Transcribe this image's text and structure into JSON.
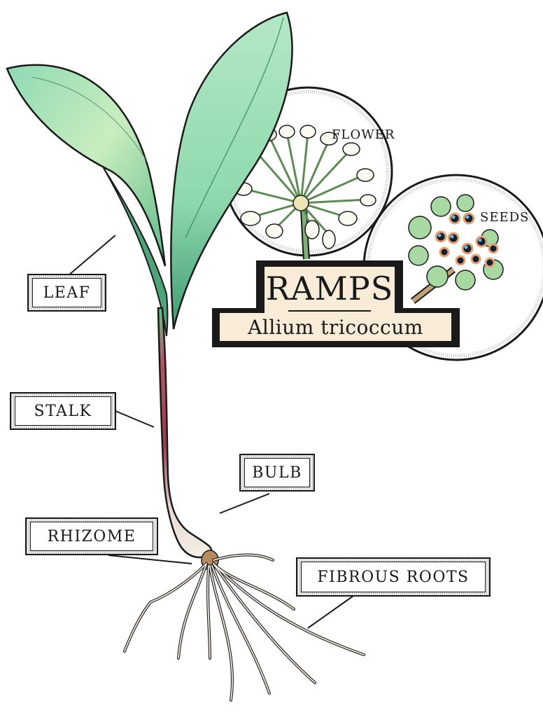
{
  "title": {
    "common_name": "RAMPS",
    "scientific_name": "Allium tricoccum"
  },
  "labels": {
    "leaf": "LEAF",
    "stalk": "STALK",
    "bulb": "BULB",
    "rhizome": "RHIZOME",
    "fibrous_roots": "FIBROUS ROOTS",
    "flower": "FLOWER",
    "seeds": "SEEDS"
  },
  "colors": {
    "leaf_green": "#9fdcb0",
    "leaf_dark": "#3f9a72",
    "stalk_red": "#9c3a4e",
    "bulb_white": "#f4efe6",
    "title_fill": "#f8ecd9",
    "ink": "#1a1a1a",
    "seed_black": "#15202a",
    "seed_blue": "#4a8fb8",
    "seed_husk": "#e2a27a"
  }
}
